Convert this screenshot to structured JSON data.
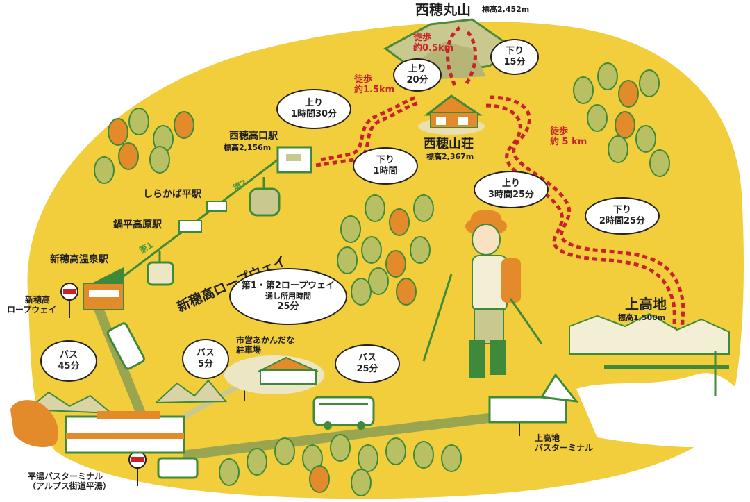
{
  "colors": {
    "background_yellow": "#f2cd3c",
    "route_red": "#c8232c",
    "road_olive": "#9aa550",
    "rope_green": "#3e8a3a",
    "tree_orange": "#e38a2b",
    "tree_green": "#b9c063"
  },
  "peak": {
    "name": "西穂丸山",
    "elevation": "標高2,452m"
  },
  "hut": {
    "name": "西穂山荘",
    "elevation": "標高2,367m"
  },
  "station_top": {
    "name": "西穂高口駅",
    "elevation": "標高2,156m"
  },
  "kamikochi": {
    "name": "上高地",
    "elevation": "標高1,500m"
  },
  "stations": {
    "shirakaba": "しらかば平駅",
    "nabedaira": "鍋平高原駅",
    "onsen": "新穂高温泉駅",
    "dai1": "第1",
    "dai2": "第2"
  },
  "ropeway_name": "新穂高ロープウェイ",
  "bus_stops": {
    "shinhotaka": [
      "新穂高",
      "ロープウェイ"
    ],
    "akandana": [
      "市営あかんだな",
      "駐車場"
    ],
    "hirayu": [
      "平湯バスターミナル",
      "（アルプス街道平湯）"
    ],
    "kamikochi": [
      "上高地",
      "バスターミナル"
    ]
  },
  "walk_labels": {
    "peak": [
      "徒歩",
      "約0.5km"
    ],
    "station_hut": [
      "徒歩",
      "約1.5km"
    ],
    "hut_kamikochi": [
      "徒歩",
      "約 5 km"
    ]
  },
  "bubbles": {
    "up_peak": [
      "上り",
      "20分"
    ],
    "down_peak": [
      "下り",
      "15分"
    ],
    "up_station": [
      "上り",
      "1時間30分"
    ],
    "down_station": [
      "下り",
      "1時間"
    ],
    "up_kamikochi": [
      "上り",
      "3時間25分"
    ],
    "down_kamikochi": [
      "下り",
      "2時間25分"
    ],
    "ropeway_time": [
      "第1・第2ロープウェイ",
      "通し所用時間",
      "25分"
    ],
    "bus45": [
      "バス",
      "45分"
    ],
    "bus5": [
      "バス",
      "5分"
    ],
    "bus25": [
      "バス",
      "25分"
    ]
  }
}
